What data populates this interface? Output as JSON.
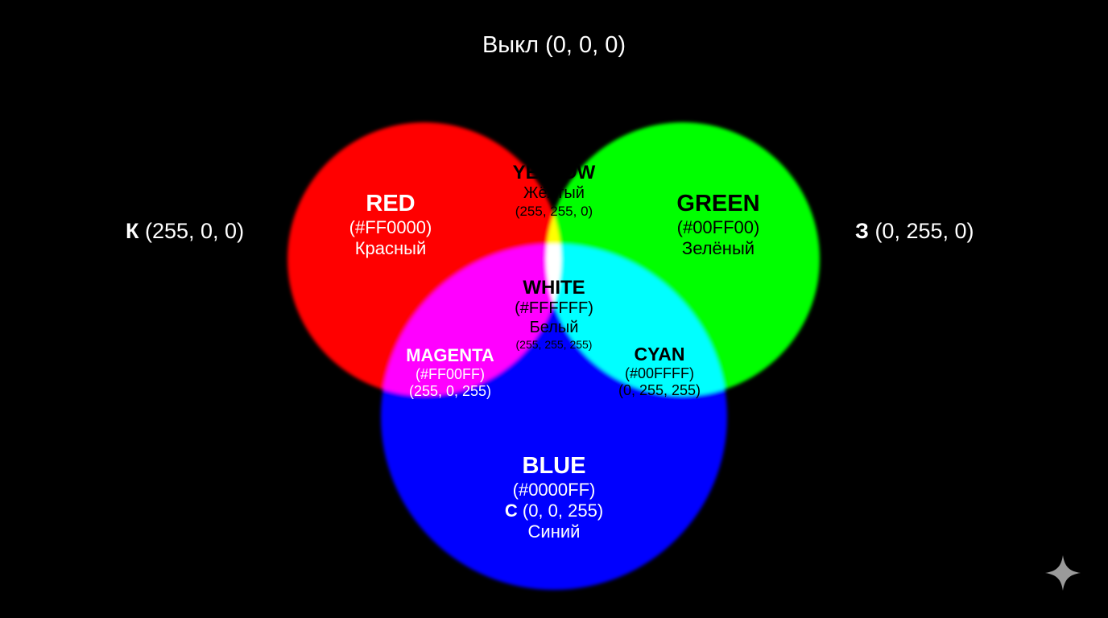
{
  "top_label": "Выкл (0, 0, 0)",
  "left_side": {
    "letter": "К",
    "rgb": "(255, 0, 0)"
  },
  "right_side": {
    "letter": "З",
    "rgb": "(0, 255, 0)"
  },
  "red": {
    "name": "RED",
    "hex": "(#FF0000)",
    "ru": "Красный",
    "color": "#FF0000"
  },
  "green": {
    "name": "GREEN",
    "hex": "(#00FF00)",
    "ru": "Зелёный",
    "color": "#00FF00"
  },
  "blue": {
    "name": "BLUE",
    "hex": "(#0000FF)",
    "letter": "С",
    "rgb": "(0, 0, 255)",
    "ru": "Синий",
    "color": "#0000FF"
  },
  "yellow": {
    "name": "YELLOW",
    "ru": "Жёлтый",
    "rgb": "(255, 255, 0)",
    "color": "#FFFF00"
  },
  "white": {
    "name": "WHITE",
    "hex": "(#FFFFFF)",
    "ru": "Белый",
    "rgb": "(255, 255, 255)",
    "color": "#FFFFFF"
  },
  "magenta": {
    "name": "MAGENTA",
    "hex": "(#FF00FF)",
    "rgb": "(255, 0, 255)",
    "color": "#FF00FF"
  },
  "cyan": {
    "name": "CYAN",
    "hex": "(#00FFFF)",
    "rgb": "(0, 255, 255)",
    "color": "#00FFFF"
  },
  "background_color": "#000000",
  "watermark_icon": "sparkle-icon"
}
